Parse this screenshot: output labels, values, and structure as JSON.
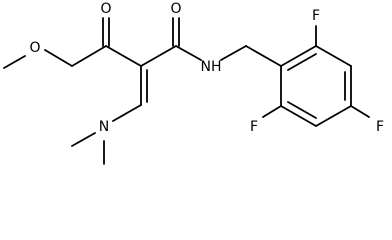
{
  "molecule": {
    "atoms": {
      "methoxy_o": "O",
      "ketone_o": "O",
      "amide_o": "O",
      "amide_nh": "NH",
      "dimethylamino_n": "N",
      "f_top": "F",
      "f_left": "F",
      "f_right": "F"
    }
  }
}
